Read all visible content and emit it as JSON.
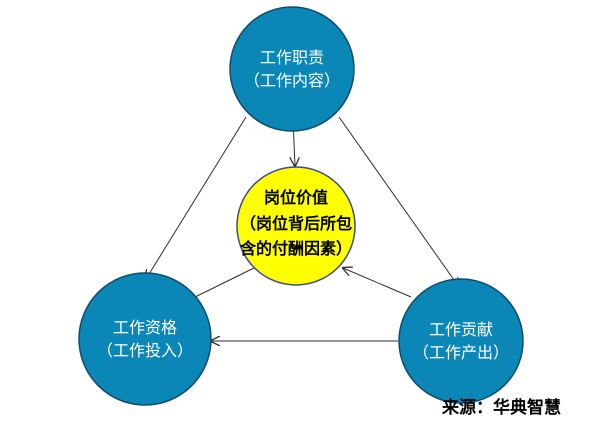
{
  "nodes": {
    "responsibility": {
      "line1": "工作职责",
      "line2": "（工作内容）"
    },
    "qualification": {
      "line1": "工作资格",
      "line2": "（工作投入）"
    },
    "contribution": {
      "line1": "工作贡献",
      "line2": "（工作产出）"
    },
    "value": {
      "line1": "岗位价值",
      "line2": "（岗位背后所包",
      "line3": "含的付酬因素）"
    }
  },
  "colors": {
    "outer_fill": "#0A87B6",
    "outer_stroke": "#0F4C6E",
    "center_fill": "#FFFF00",
    "center_stroke": "#3A4A8A",
    "line": "#2F2F2F"
  },
  "source": "来源：华典智慧"
}
